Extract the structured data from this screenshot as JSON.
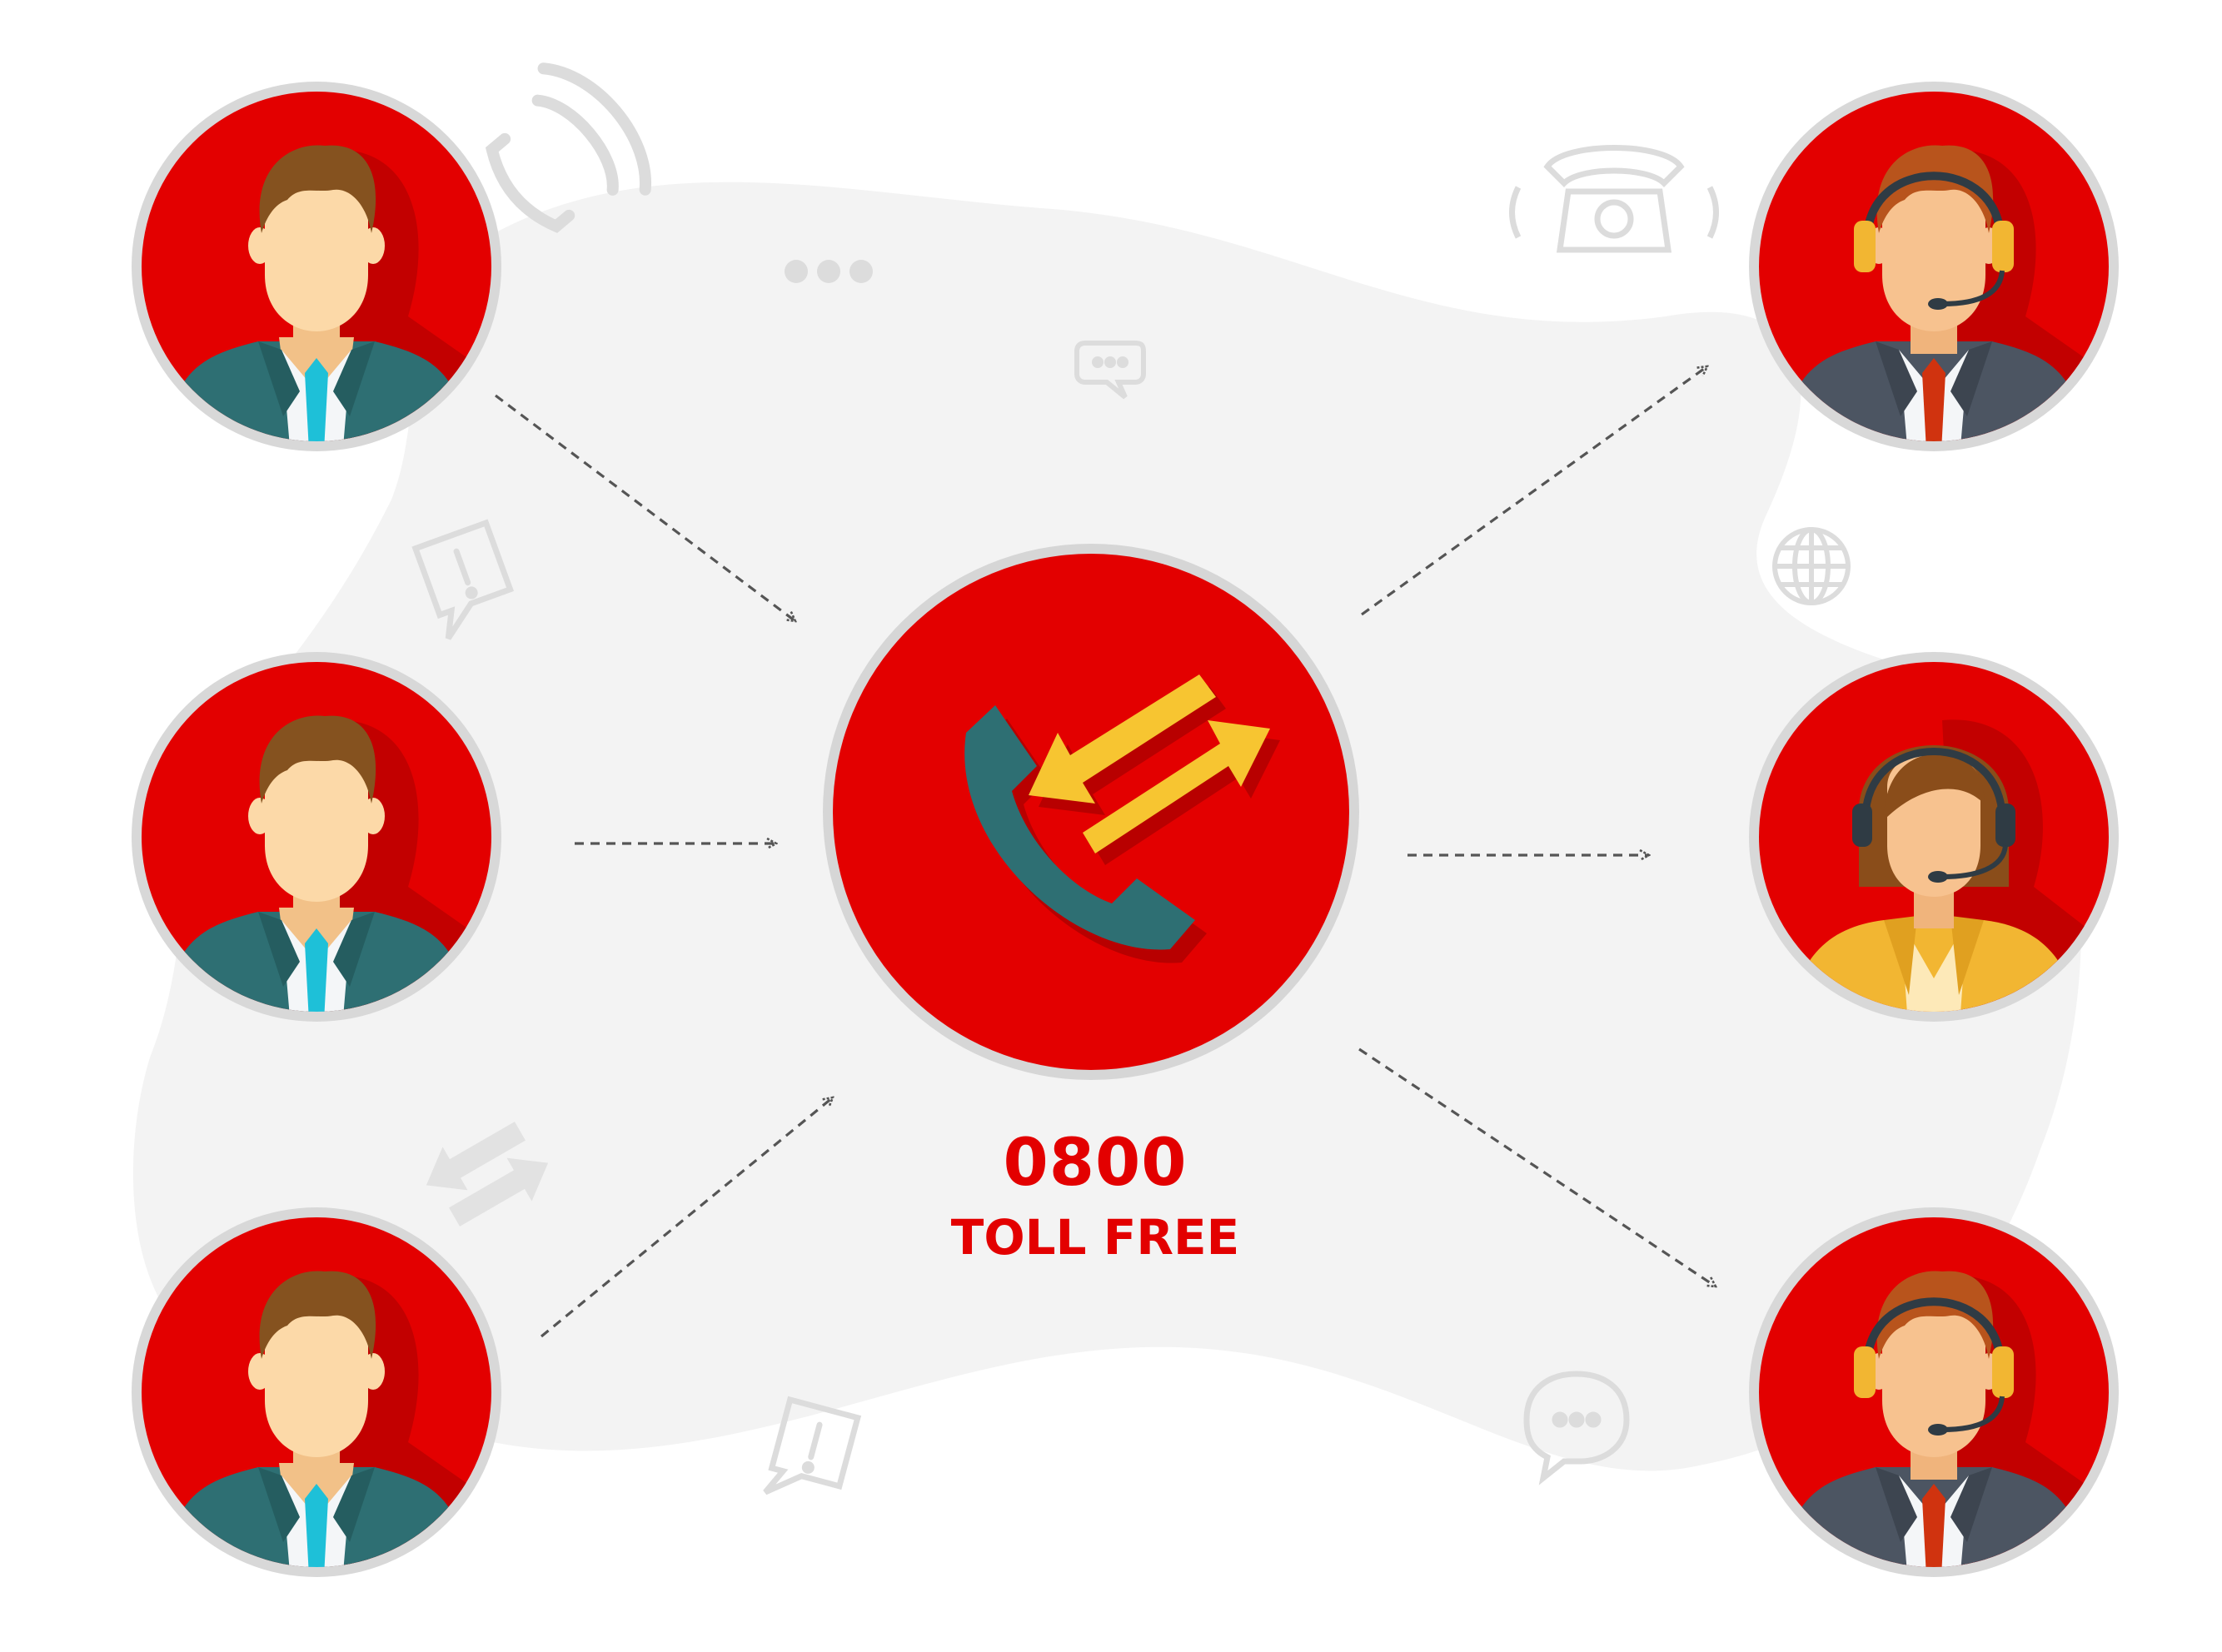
{
  "hub": {
    "number": "0800",
    "label": "TOLL FREE",
    "icon": "phone-incoming-outgoing-icon"
  },
  "callers": [
    {
      "role": "caller",
      "icon": "businessman-avatar-icon"
    },
    {
      "role": "caller",
      "icon": "businessman-avatar-icon"
    },
    {
      "role": "caller",
      "icon": "businessman-avatar-icon"
    }
  ],
  "agents": [
    {
      "role": "agent",
      "icon": "male-operator-headset-avatar-icon"
    },
    {
      "role": "agent",
      "icon": "female-operator-headset-avatar-icon"
    },
    {
      "role": "agent",
      "icon": "male-operator-headset-avatar-icon"
    }
  ],
  "decor_icons": [
    "ringing-phone-icon",
    "chat-dots-icon",
    "speech-bubble-icon",
    "alert-bubble-icon",
    "swap-arrows-icon",
    "desk-phone-icon",
    "globe-icon"
  ],
  "colors": {
    "accent_red": "#e30000",
    "ring_gray": "#d6d6d6",
    "blob_gray": "#f3f3f3",
    "suit_teal": "#2e6f73",
    "tie_cyan": "#1ec0d8",
    "skin": "#fcd9a8",
    "hair": "#85521f",
    "arrow_yellow": "#f7c531",
    "connector_gray": "#555555"
  }
}
